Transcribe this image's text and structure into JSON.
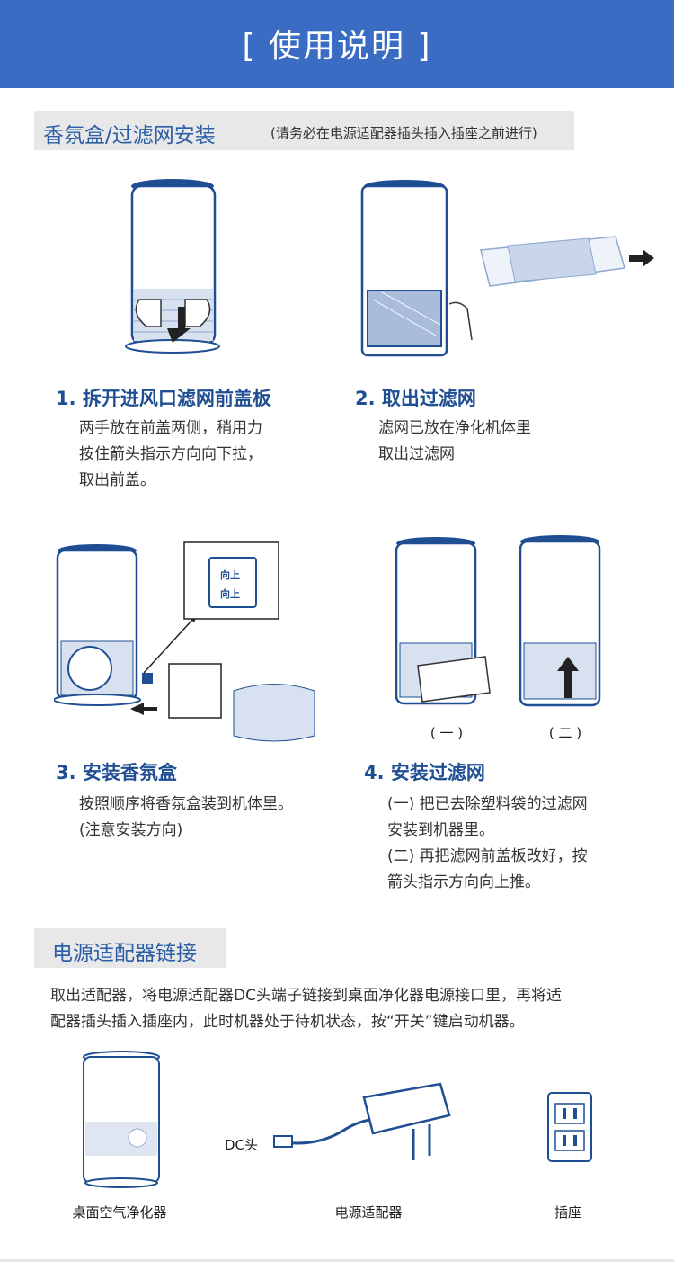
{
  "header": {
    "title": "[ 使用说明 ]"
  },
  "section1": {
    "title": "香氛盒/过滤网安装",
    "note": "(请务必在电源适配器插头插入插座之前进行)"
  },
  "steps": [
    {
      "title": "1. 拆开进风口滤网前盖板",
      "lines": [
        "两手放在前盖两侧，稍用力",
        "按住箭头指示方向向下拉，",
        "取出前盖。"
      ]
    },
    {
      "title": "2. 取出过滤网",
      "lines": [
        "滤网已放在净化机体里",
        "取出过滤网"
      ]
    },
    {
      "title": "3. 安装香氛盒",
      "lines": [
        "按照顺序将香氛盒装到机体里。",
        "(注意安装方向)"
      ]
    },
    {
      "title": "4. 安装过滤网",
      "lines": [
        "(一) 把已去除塑料袋的过滤网",
        "安装到机器里。",
        "(二) 再把滤网前盖板改好，按",
        "箭头指示方向向上推。"
      ]
    }
  ],
  "figure3": {
    "label1": "向上",
    "label2": "向上"
  },
  "figure4": {
    "caption1": "( 一 )",
    "caption2": "( 二 )"
  },
  "section2": {
    "title": "电源适配器链接"
  },
  "adapter_text": [
    "取出适配器，将电源适配器DC头端子链接到桌面净化器电源接口里，再将适",
    "配器插头插入插座内，此时机器处于待机状态，按“开关”键启动机器。"
  ],
  "bottom": {
    "dc_label": "DC头",
    "captions": [
      "桌面空气净化器",
      "电源适配器",
      "插座"
    ]
  },
  "colors": {
    "header_bg": "#3a6cc3",
    "accent": "#1f4f92",
    "tag_bg": "#e8e8e8"
  }
}
